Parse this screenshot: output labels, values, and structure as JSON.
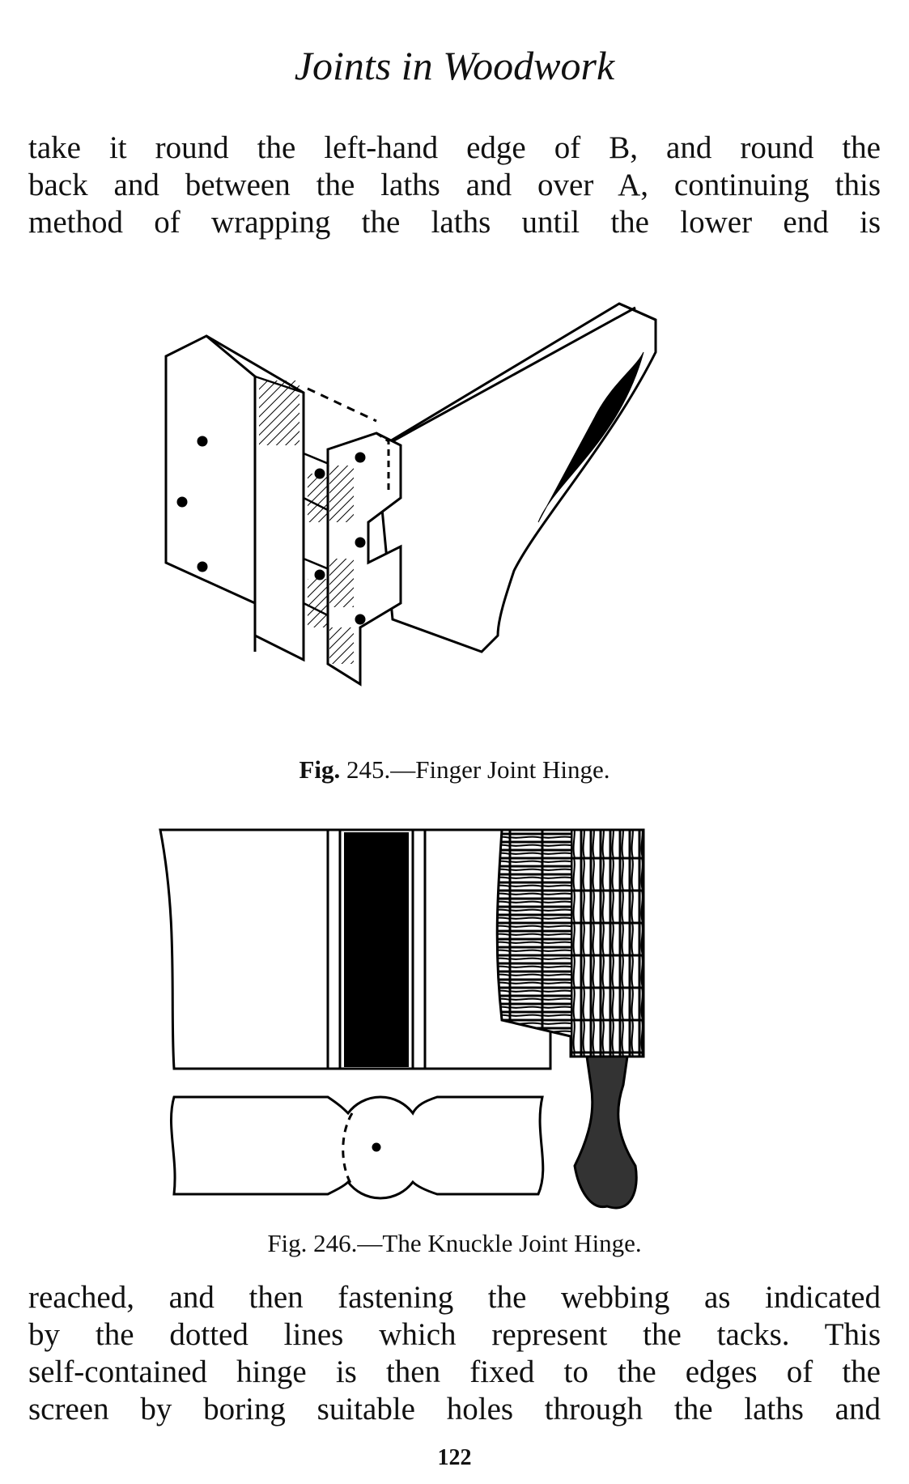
{
  "header": {
    "title": "Joints in Woodwork"
  },
  "top_paragraph": [
    "take it round the left-hand edge of B, and round the",
    "back and between the laths and over A, continuing this",
    "method of wrapping the laths until the lower end is"
  ],
  "figures": [
    {
      "caption_label": "Fig.",
      "caption_number": "245.",
      "caption_text": "—Finger Joint Hinge."
    },
    {
      "caption_label": "Fig.",
      "caption_number": "246.",
      "caption_text": "—The Knuckle Joint Hinge."
    }
  ],
  "bottom_paragraph": [
    "reached, and then fastening the webbing as indicated",
    "by the dotted lines which represent the tacks.  This",
    "self-contained hinge is then fixed to the edges of the",
    "screen by boring suitable holes through the laths and"
  ],
  "footer": {
    "page_number": "122"
  }
}
